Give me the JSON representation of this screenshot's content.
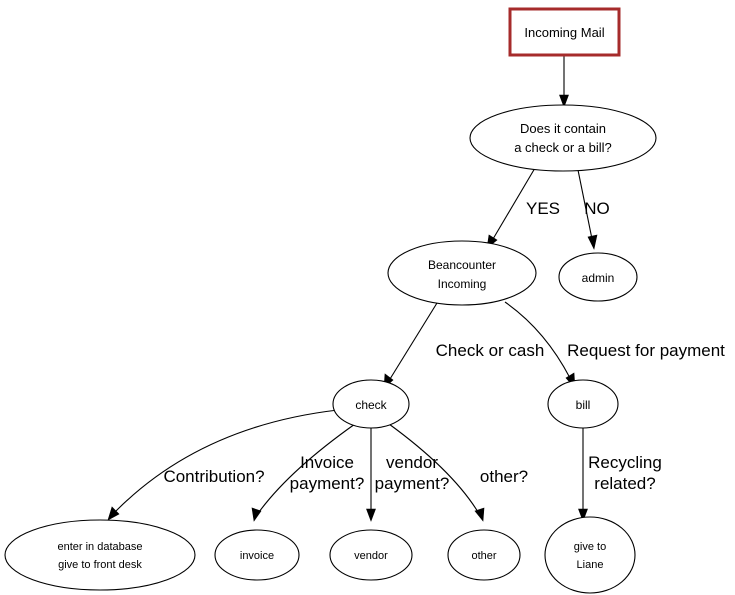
{
  "diagram": {
    "title": "Incoming Mail routing flowchart",
    "background_color": "#ffffff",
    "accent_color": "#a62b2b",
    "line_color": "#000000",
    "nodes": [
      {
        "id": "incoming-mail",
        "label": "Incoming Mail",
        "shape": "box",
        "border_color": "#a62b2b"
      },
      {
        "id": "does-it-contain",
        "label_line1": "Does it contain",
        "label_line2": "a check or a bill?",
        "shape": "ellipse"
      },
      {
        "id": "beancounter-incoming",
        "label_line1": "Beancounter",
        "label_line2": "Incoming",
        "shape": "ellipse"
      },
      {
        "id": "admin",
        "label": "admin",
        "shape": "ellipse"
      },
      {
        "id": "check",
        "label": "check",
        "shape": "ellipse"
      },
      {
        "id": "bill",
        "label": "bill",
        "shape": "ellipse"
      },
      {
        "id": "enter-in-database",
        "label_line1": "enter in database",
        "label_line2": "give to front desk",
        "shape": "ellipse"
      },
      {
        "id": "invoice",
        "label": "invoice",
        "shape": "ellipse"
      },
      {
        "id": "vendor",
        "label": "vendor",
        "shape": "ellipse"
      },
      {
        "id": "other",
        "label": "other",
        "shape": "ellipse"
      },
      {
        "id": "give-to-liane",
        "label_line1": "give to",
        "label_line2": "Liane",
        "shape": "ellipse"
      }
    ],
    "edges": [
      {
        "id": "e-mail-decision",
        "from": "incoming-mail",
        "to": "does-it-contain",
        "label": ""
      },
      {
        "id": "e-decision-beancounter",
        "from": "does-it-contain",
        "to": "beancounter-incoming",
        "label": "YES"
      },
      {
        "id": "e-decision-admin",
        "from": "does-it-contain",
        "to": "admin",
        "label": "NO"
      },
      {
        "id": "e-beancounter-check",
        "from": "beancounter-incoming",
        "to": "check",
        "label": "Check or cash"
      },
      {
        "id": "e-beancounter-bill",
        "from": "beancounter-incoming",
        "to": "bill",
        "label": "Request for payment"
      },
      {
        "id": "e-check-database",
        "from": "check",
        "to": "enter-in-database",
        "label": "Contribution?"
      },
      {
        "id": "e-check-invoice",
        "from": "check",
        "to": "invoice",
        "label_line1": "Invoice",
        "label_line2": "payment?"
      },
      {
        "id": "e-check-vendor",
        "from": "check",
        "to": "vendor",
        "label_line1": "vendor",
        "label_line2": "payment?"
      },
      {
        "id": "e-check-other",
        "from": "check",
        "to": "other",
        "label": "other?"
      },
      {
        "id": "e-bill-liane",
        "from": "bill",
        "to": "give-to-liane",
        "label_line1": "Recycling",
        "label_line2": "related?"
      }
    ]
  }
}
